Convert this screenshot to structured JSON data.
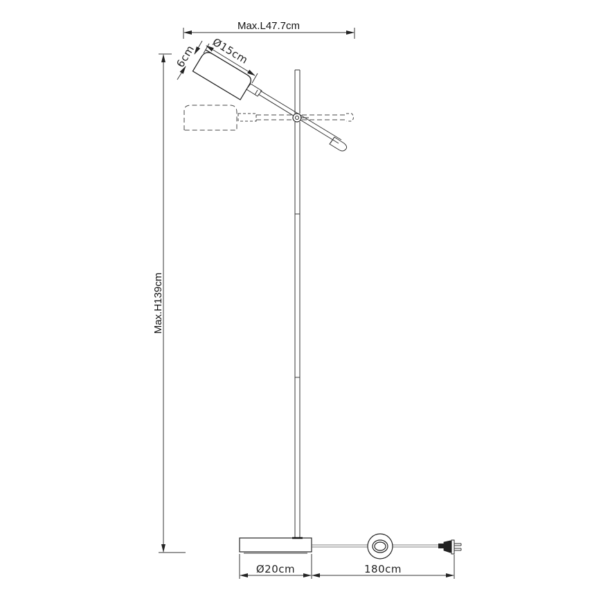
{
  "drawing": {
    "title": "Floor lamp dimension drawing",
    "dimensions": {
      "max_length": "Max.L47.7cm",
      "max_height": "Max.H139cm",
      "shade_diameter": "Ø15cm",
      "shade_height": "6cm",
      "base_diameter": "Ø20cm",
      "cable_length": "180cm"
    },
    "parts": [
      "shade",
      "adjustable-arm",
      "pivot-joint",
      "pole",
      "base",
      "cable",
      "foot-switch",
      "plug"
    ]
  }
}
